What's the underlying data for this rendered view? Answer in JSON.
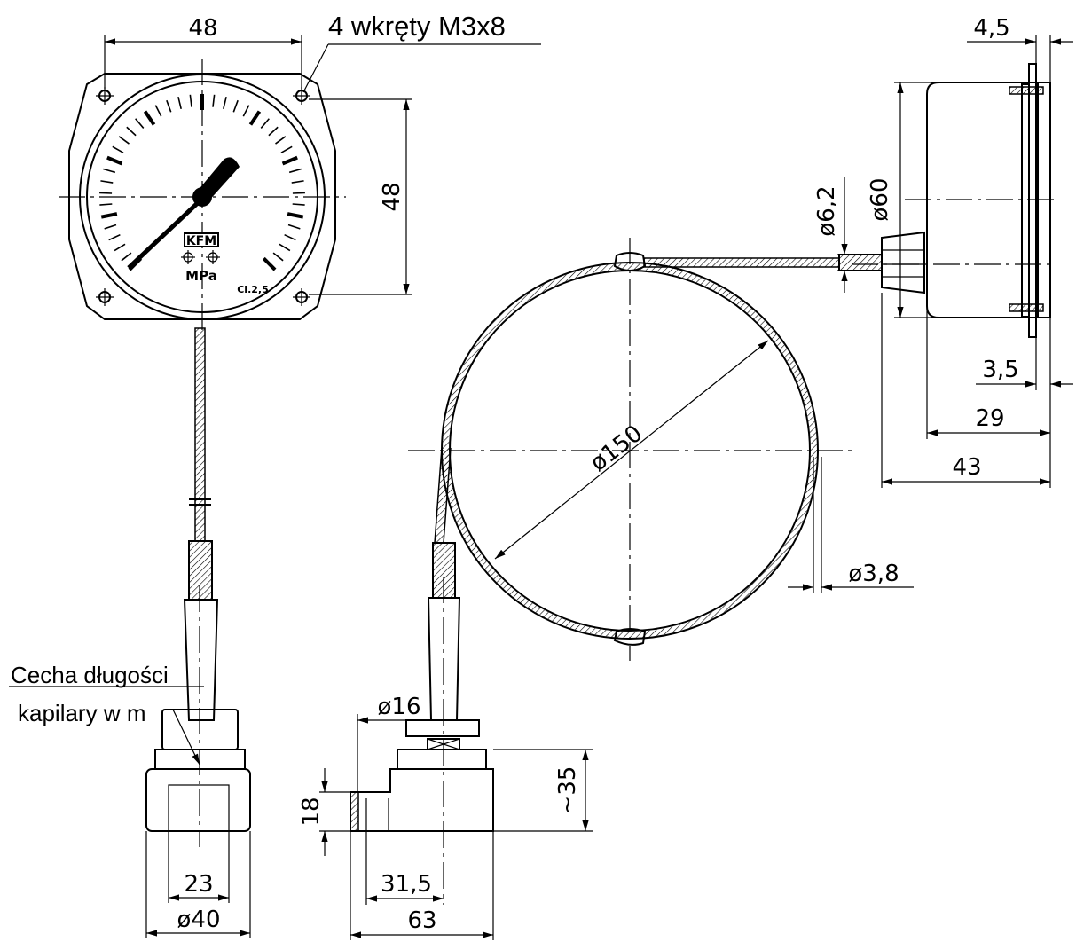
{
  "labels": {
    "screws": "4 wkręty M3x8",
    "length_mark_line1": "Cecha długości",
    "length_mark_line2": "kapilary w m",
    "unit": "MPa",
    "brand": "KFM",
    "accuracy": "Cl.2,5"
  },
  "dimensions": {
    "d48_top": "48",
    "d48_side": "48",
    "d45": "4,5",
    "d62": "ø6,2",
    "d60": "ø60",
    "d35": "3,5",
    "d29": "29",
    "d43": "43",
    "d150": "ø150",
    "d38": "ø3,8",
    "d16": "ø16",
    "d18": "18",
    "d35approx": "~35",
    "d315": "31,5",
    "d63": "63",
    "d23": "23",
    "d40": "ø40"
  },
  "colors": {
    "line": "#000000",
    "background": "#ffffff"
  }
}
